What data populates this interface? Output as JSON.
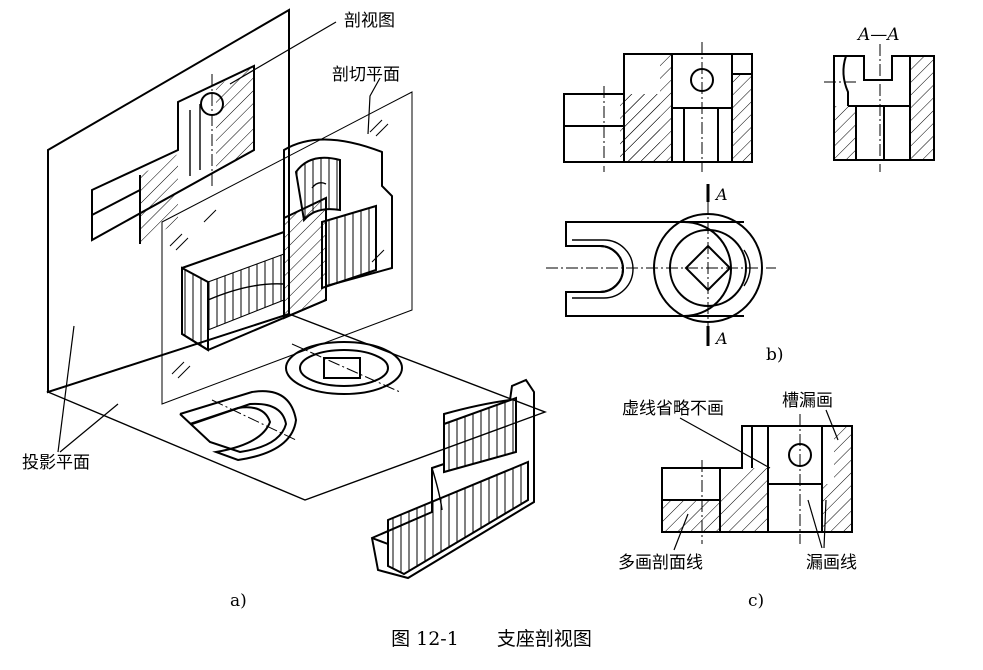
{
  "labels": {
    "section_view": "剖视图",
    "cutting_plane": "剖切平面",
    "projection_plane": "投影平面",
    "section_mark": "A",
    "section_title": "A—A",
    "hidden_omitted": "虚线省略不画",
    "slot_missed": "槽漏画",
    "extra_hatch": "多画剖面线",
    "missing_lines": "漏画线"
  },
  "subfig": {
    "a": "a)",
    "b": "b)",
    "c": "c)"
  },
  "caption": {
    "number": "图 12-1",
    "title": "支座剖视图"
  },
  "colors": {
    "line": "#000000",
    "background": "#ffffff"
  }
}
